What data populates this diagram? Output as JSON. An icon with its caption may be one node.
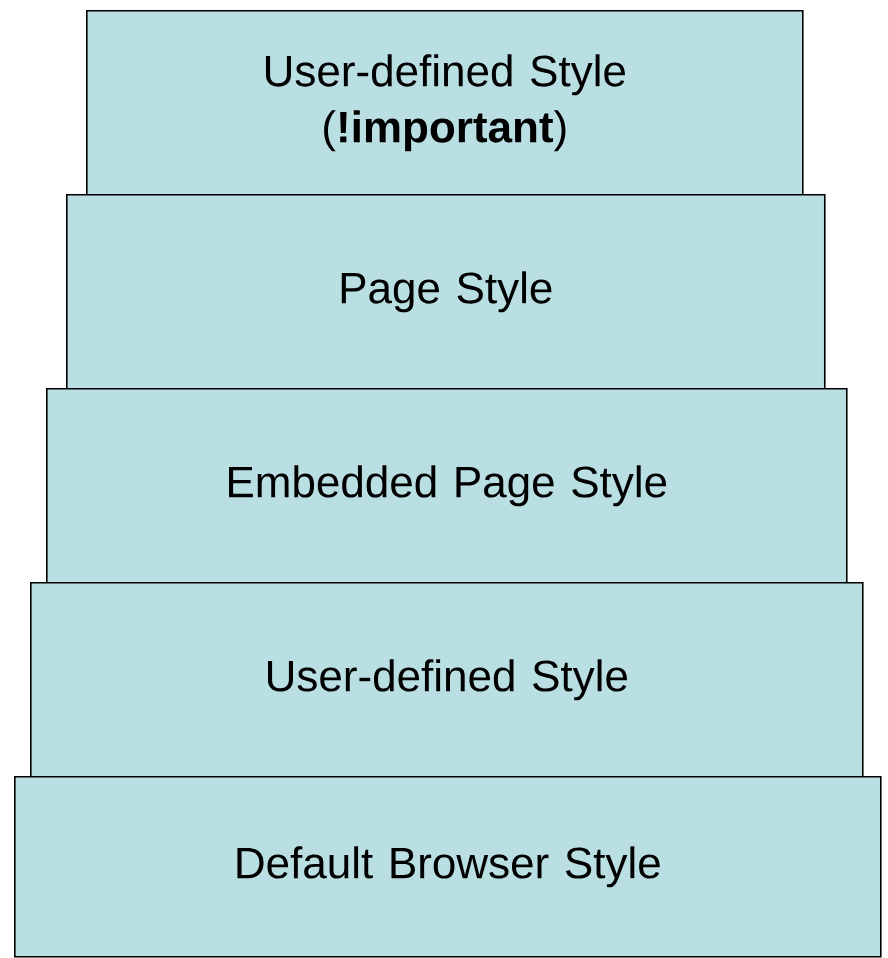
{
  "diagram": {
    "nodes": [
      {
        "text": [
          "User-defined Style (**!important**)"
        ]
      },
      {
        "text": [
          "Page Style"
        ]
      },
      {
        "text": [
          "Embedded Page Style"
        ]
      },
      {
        "text": [
          "User-defined Style"
        ]
      },
      {
        "text": [
          "Default Browser Style"
        ]
      }
    ]
  }
}
